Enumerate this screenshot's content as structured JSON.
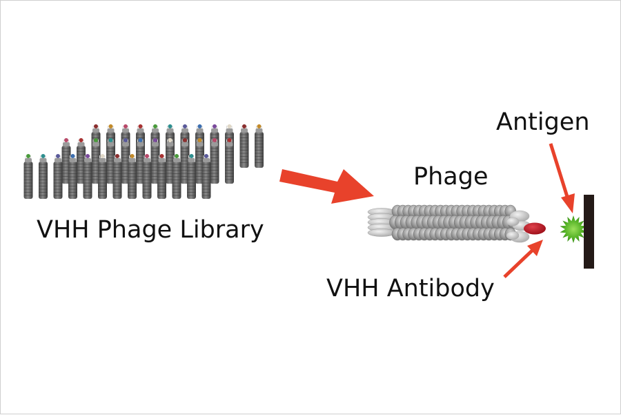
{
  "labels": {
    "library": "VHH Phage Library",
    "phage": "Phage",
    "antigen": "Antigen",
    "antibody": "VHH Antibody"
  },
  "colors": {
    "arrow": "#e8422b",
    "phage_body": "#6e6e6e",
    "antigen": "#58b82a",
    "antibody": "#c3121e",
    "surface": "#241a17",
    "vhh_tips": [
      "#8b2f2f",
      "#3d6fb0",
      "#4a9a3c",
      "#c28a2a",
      "#7a4a9c",
      "#2e8f8f",
      "#b84a6a",
      "#e0d8c8",
      "#5a5a9a",
      "#a83232"
    ]
  }
}
